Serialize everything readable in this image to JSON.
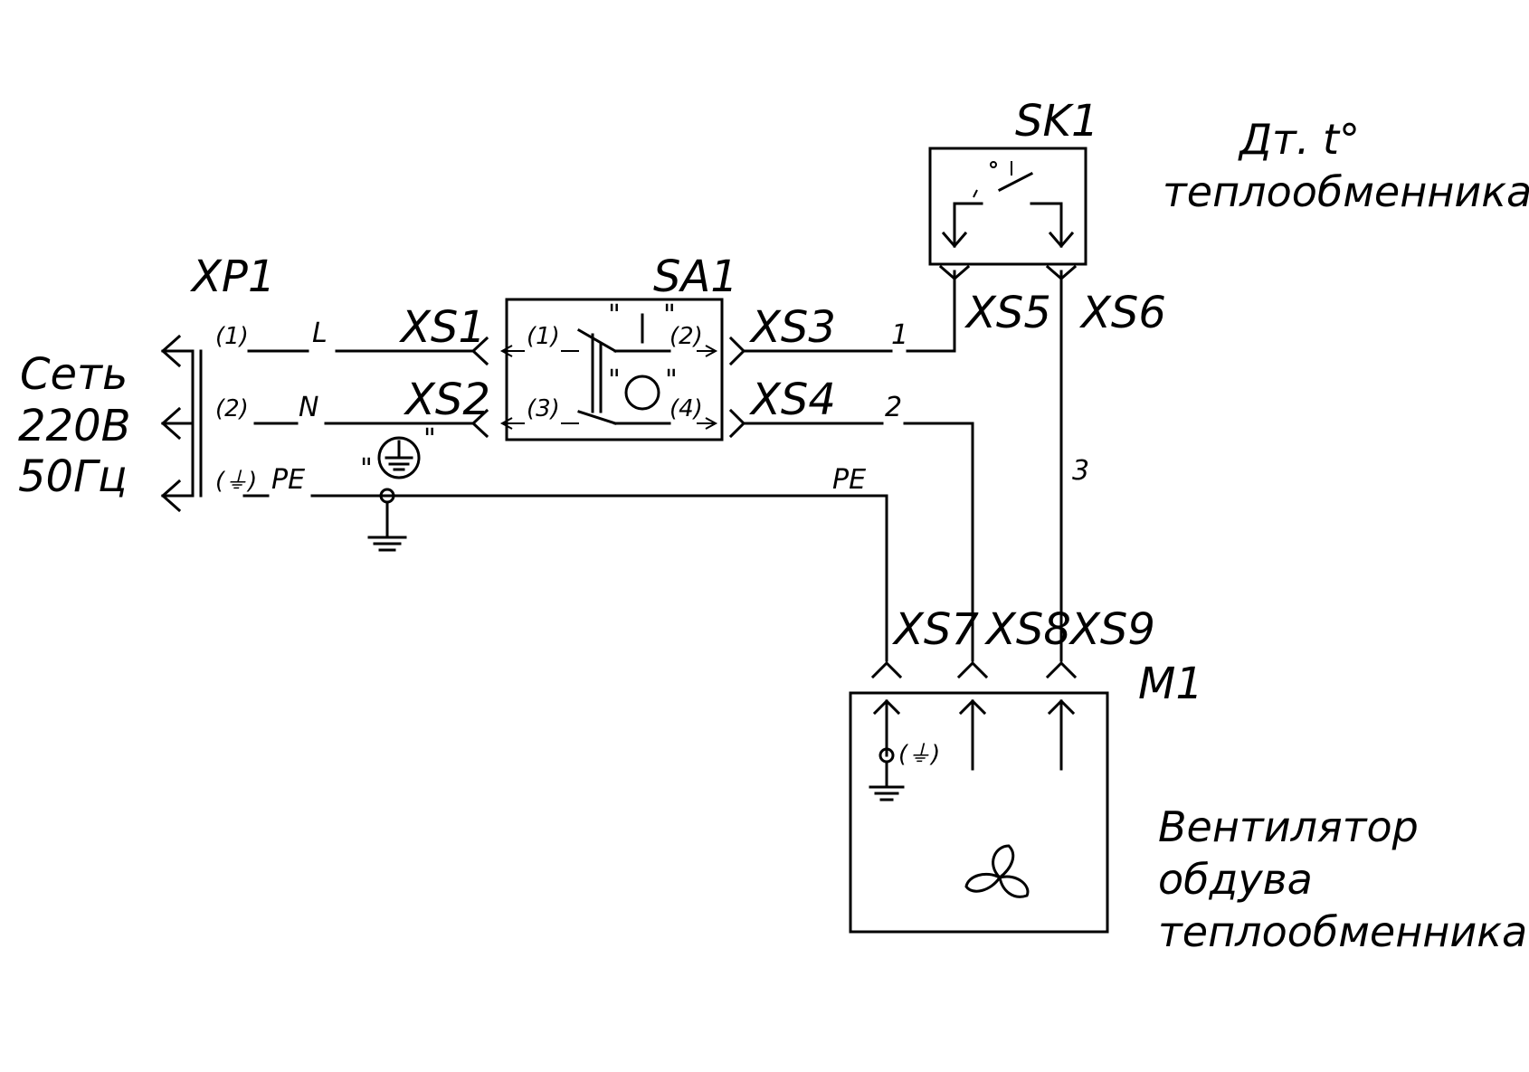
{
  "labels": {
    "xp1": "XP1",
    "sa1": "SA1",
    "sk1": "SK1",
    "m1": "M1",
    "xs1": "XS1",
    "xs2": "XS2",
    "xs3": "XS3",
    "xs4": "XS4",
    "xs5": "XS5",
    "xs6": "XS6",
    "xs7": "XS7",
    "xs8": "XS8",
    "xs9": "XS9"
  },
  "source": {
    "line1": "Сеть",
    "line2": "220В",
    "line3": "50Гц"
  },
  "xp1_pins": {
    "p1": "(1)",
    "p2": "(2)",
    "p3": "(⏚)"
  },
  "sa1_pins": {
    "p1": "(1)",
    "p2": "(2)",
    "p3": "(3)",
    "p4": "(4)",
    "on": "\"  I  \"",
    "off": "\"O\""
  },
  "ground_mark": "\"⏚\"",
  "motor_ground": "(⏚)",
  "wires": {
    "L": "L",
    "N": "N",
    "PE_left": "PE",
    "PE_right": "PE",
    "w1": "1",
    "w2": "2",
    "w3": "3"
  },
  "notes": {
    "sk1_line1": "Дт. t°",
    "sk1_line2": "теплообменника",
    "m1_line1": "Вентилятор",
    "m1_line2": "обдува",
    "m1_line3": "теплообменника"
  }
}
